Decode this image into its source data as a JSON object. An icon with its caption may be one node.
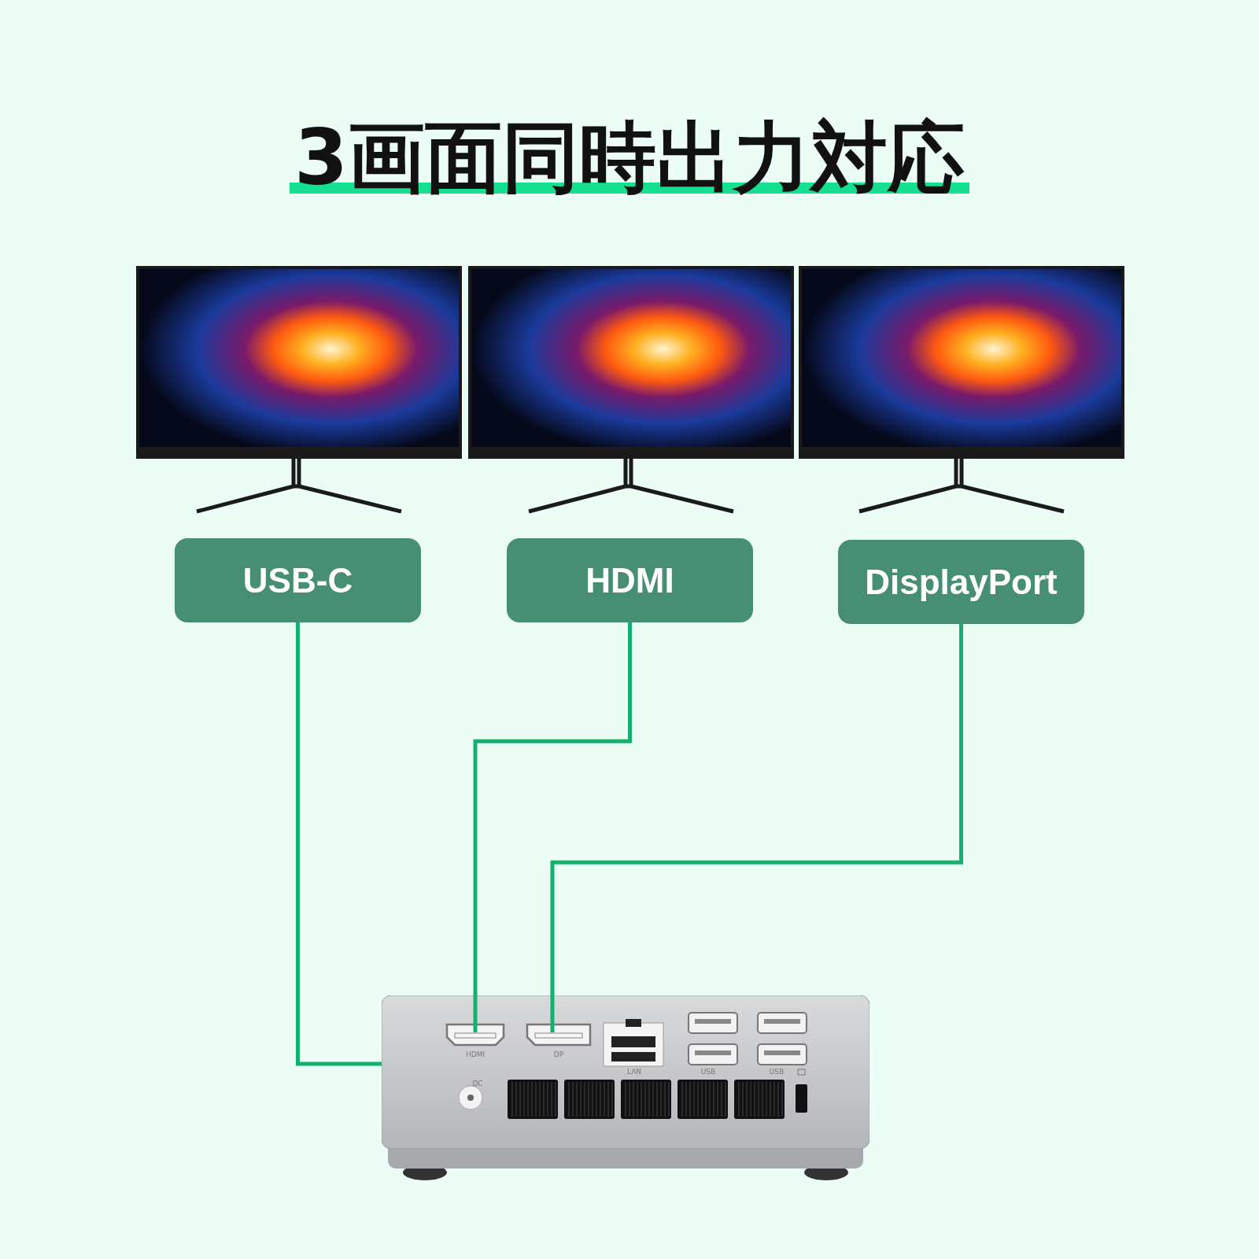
{
  "diagram": {
    "title": "3画面同時出力対応",
    "nodes": [
      {
        "text": [
          "USB-C"
        ]
      },
      {
        "text": [
          "HDMI"
        ]
      },
      {
        "text": [
          "DisplayPort"
        ]
      },
      {
        "text": [],
        "shape": "picture"
      },
      {
        "text": [],
        "shape": "picture",
        "in": 3,
        "beside": [
          "HDMI"
        ]
      },
      {
        "text": [],
        "shape": "picture",
        "in": 3,
        "beside": [
          "DP"
        ]
      }
    ],
    "edges": [
      {
        "from": 0,
        "to": 3,
        "arrow": "none"
      },
      {
        "from": 1,
        "to": 4,
        "arrow": "none"
      },
      {
        "from": 2,
        "to": 5,
        "arrow": "none"
      }
    ],
    "labels": [
      "LAN",
      "USB",
      "USB",
      "DC"
    ]
  }
}
